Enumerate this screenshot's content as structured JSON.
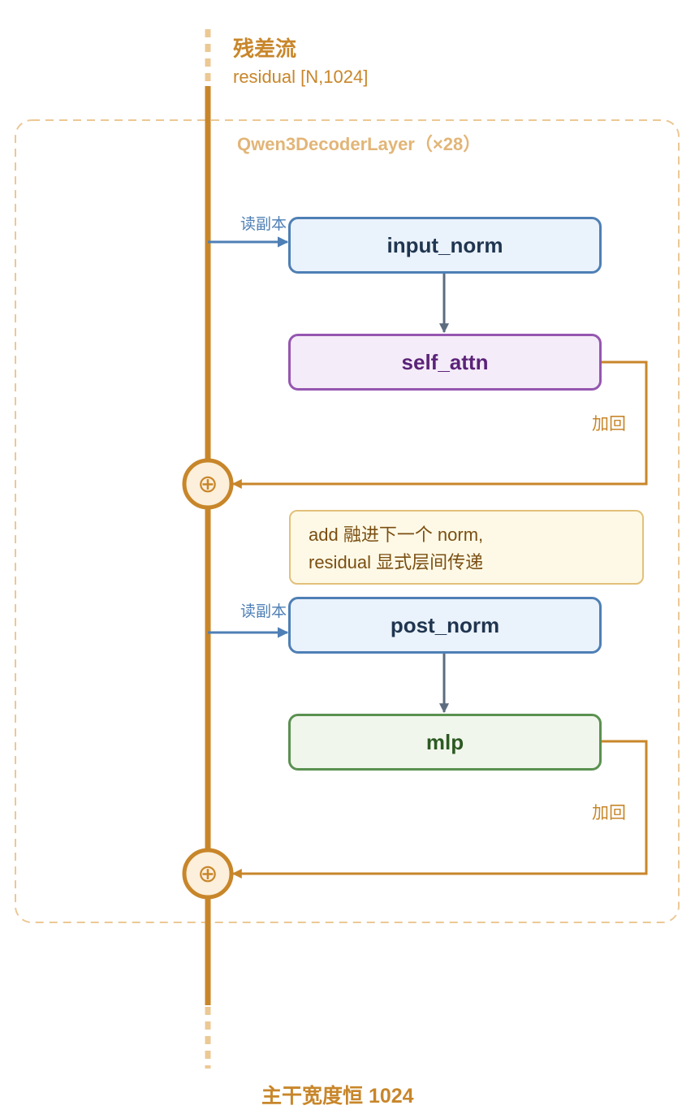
{
  "stream": {
    "title": "残差流",
    "subtitle": "residual [N,1024]"
  },
  "layer": {
    "label": "Qwen3DecoderLayer（×28）"
  },
  "nodes": {
    "input_norm": "input_norm",
    "self_attn": "self_attn",
    "post_norm": "post_norm",
    "mlp": "mlp"
  },
  "edge_labels": {
    "read_copy": "读副本",
    "add_back": "加回"
  },
  "add_symbol": "⊕",
  "note": {
    "line1": "add 融进下一个 norm,",
    "line2": "residual 显式层间传递"
  },
  "footer": "主干宽度恒 1024",
  "colors": {
    "stream": "#c8862a",
    "layer_border": "#ecc894",
    "norm": "#4e7fb5",
    "attn": "#9556b0",
    "mlp": "#5a9150",
    "flow_arrow": "#5c6b7e",
    "note_border": "#e2c07a"
  }
}
